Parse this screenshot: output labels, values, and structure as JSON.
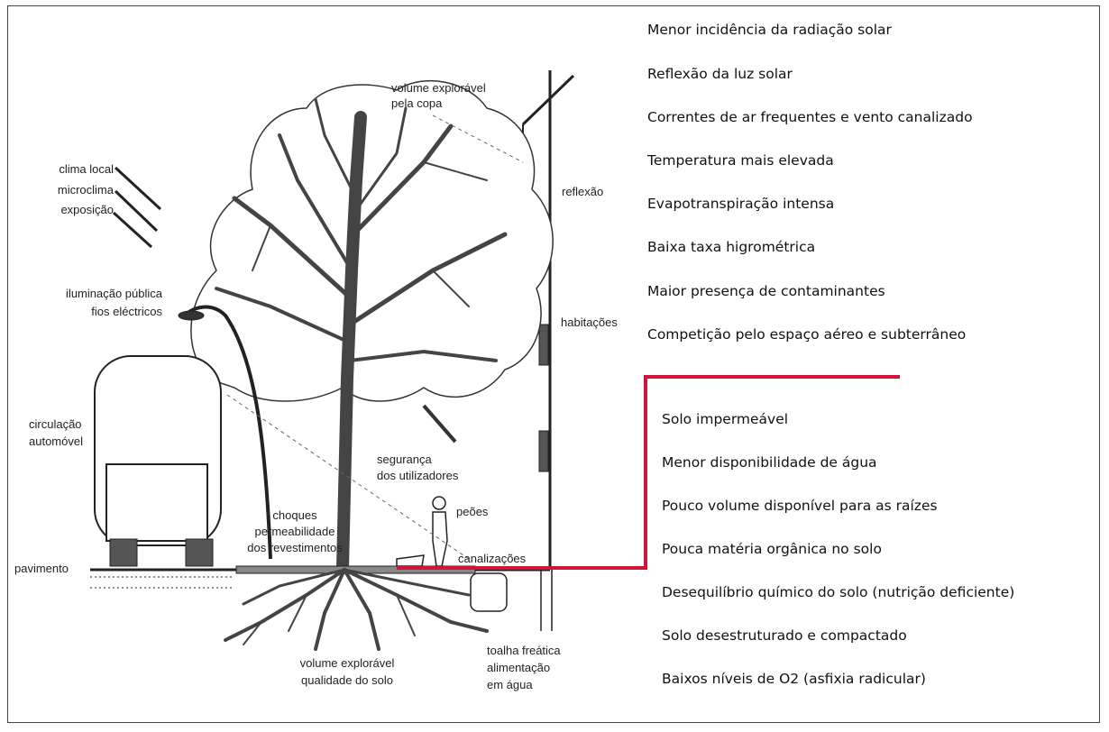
{
  "diagram": {
    "labels": {
      "clima_local": "clima local",
      "microclima": "microclima",
      "exposicao": "exposição",
      "volume_copa_1": "volume explorável",
      "volume_copa_2": "pela copa",
      "reflexao": "reflexão",
      "iluminacao_1": "iluminação pública",
      "iluminacao_2": "fios eléctricos",
      "habitacoes": "habitações",
      "circulacao_1": "circulação",
      "circulacao_2": "automóvel",
      "seguranca_1": "segurança",
      "seguranca_2": "dos utilizadores",
      "choques_1": "choques",
      "choques_2": "permeabilidade",
      "choques_3": "dos revestimentos",
      "peoes": "peões",
      "canalizacoes": "canalizações",
      "pavimento": "pavimento",
      "volume_solo_1": "volume explorável",
      "volume_solo_2": "qualidade do solo",
      "toalha_1": "toalha freática",
      "toalha_2": "alimentação",
      "toalha_3": "em água"
    },
    "above_ground": [
      "Menor incidência da radiação solar",
      "Reflexão da luz solar",
      "Correntes de ar frequentes e vento canalizado",
      "Temperatura mais elevada",
      "Evapotranspiração intensa",
      "Baixa taxa higrométrica",
      "Maior presença de contaminantes",
      "Competição pelo espaço aéreo e subterrâneo"
    ],
    "below_ground": [
      "Solo impermeável",
      "Menor disponibilidade de água",
      "Pouco volume disponível para as raízes",
      "Pouca matéria orgânica no solo",
      "Desequilíbrio químico do solo (nutrição deficiente)",
      "Solo desestruturado e compactado",
      "Baixos níveis de O2 (asfixia radicular)"
    ],
    "divider_color": "#d0143c"
  }
}
